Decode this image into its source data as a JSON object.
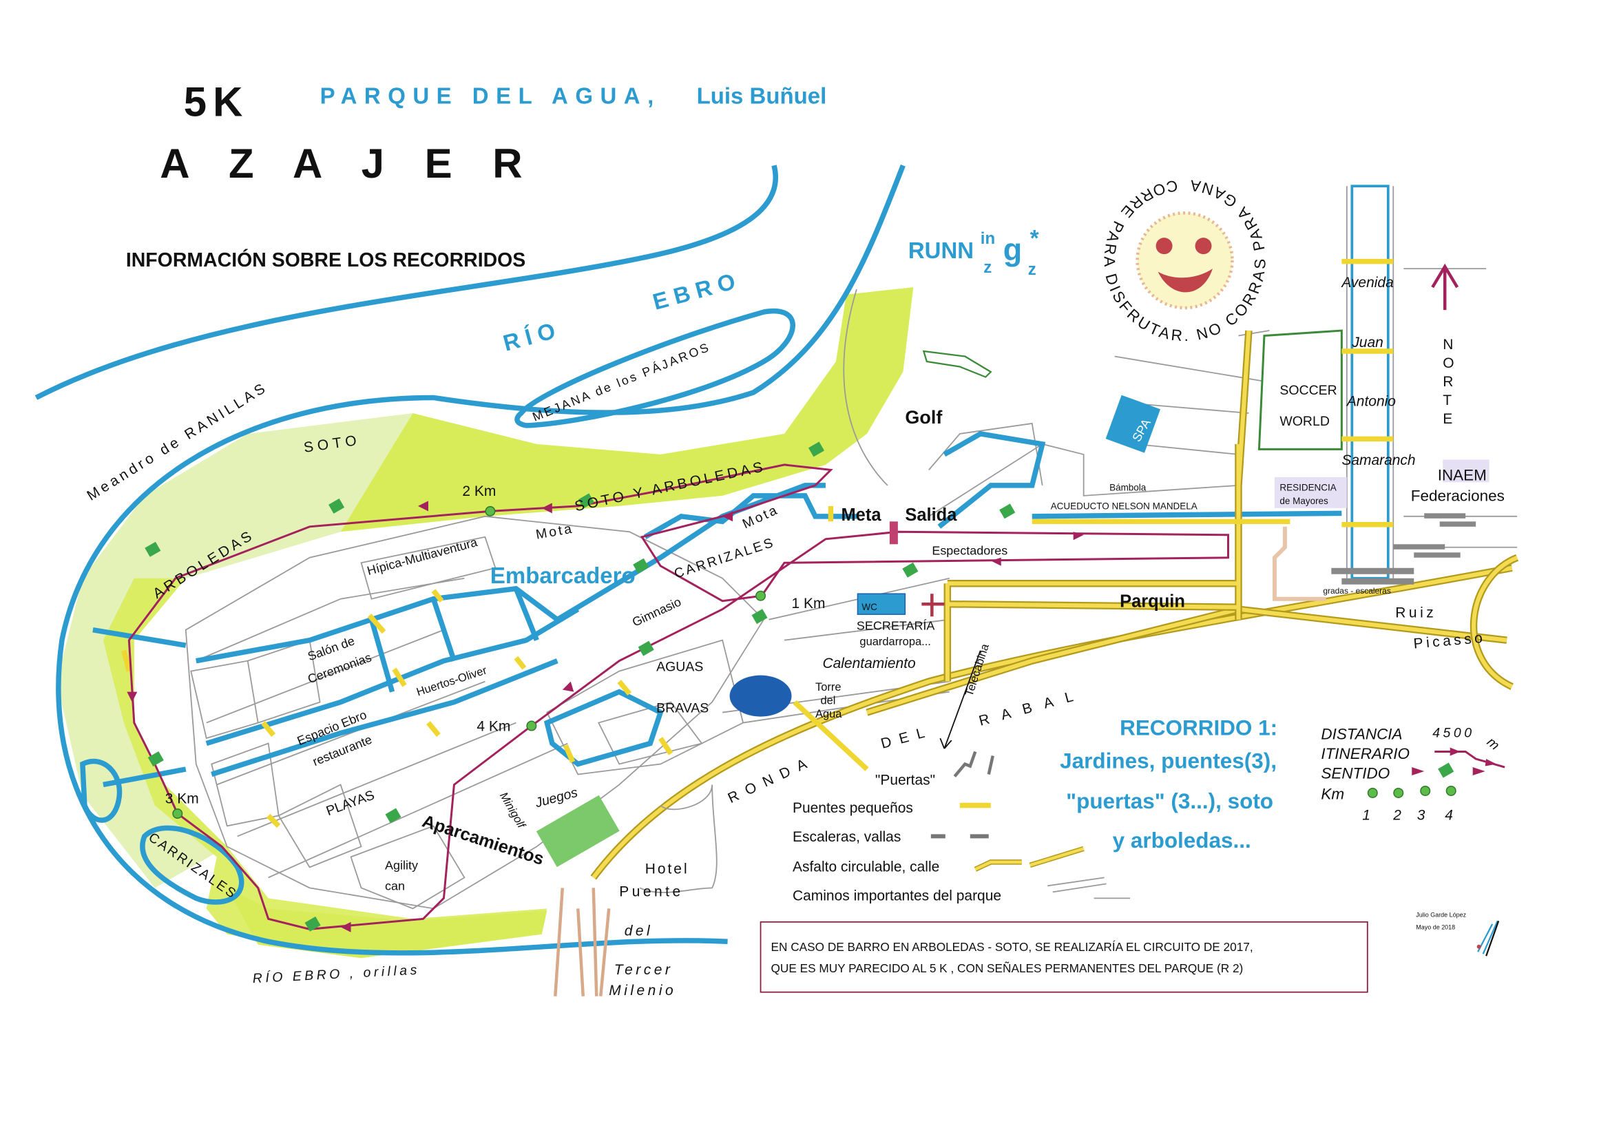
{
  "header": {
    "distance_title": "5K",
    "event_title": "A Z A J E R",
    "park_name": "PARQUE  DEL  AGUA,",
    "park_person": "Luis Buñuel",
    "info_heading": "INFORMACIÓN  SOBRE  LOS  RECORRIDOS"
  },
  "logo": {
    "running": "RUNN",
    "in": "in",
    "g": "g",
    "z": "z",
    "zz": "z",
    "star": "*"
  },
  "slogan": "CORRE  PARA  DISFRUTAR.   NO  CORRAS  PARA  GANAR,",
  "map_labels": {
    "rio": "RÍO",
    "ebro": "EBRO",
    "meandro": "Meandro  de  RANILLAS",
    "mejana": "MEJANA de los PÁJAROS",
    "soto": "SOTO",
    "soto_arboledas": "SOTO  Y  ARBOLEDAS",
    "arboledas": "ARBOLEDAS",
    "km2": "2 Km",
    "km1": "1 Km",
    "km3": "3 Km",
    "km4": "4 Km",
    "mota1": "Mota",
    "mota2": "Mota",
    "carrizales1": "CARRIZALES",
    "carrizales2": "CARRIZALES",
    "embarcadero": "Embarcadero",
    "hipica": "Hípica-Multiaventura",
    "salon1": "Salón de",
    "salon2": "Ceremonias",
    "huertos": "Huertos-Oliver",
    "espacio1": "Espacio Ebro",
    "espacio2": "restaurante",
    "playas": "PLAYAS",
    "gimnasio": "Gimnasio",
    "aguas": "AGUAS",
    "bravas": "BRAVAS",
    "agility1": "Agility",
    "agility2": "can",
    "aparcamientos": "Aparcamientos",
    "juegos": "Juegos",
    "minigolf": "Minigolf",
    "hotel": "Hotel",
    "puente": "Puente",
    "del": "del",
    "tercer": "Tercer",
    "milenio": "Milenio",
    "rio_orillas": "RÍO   EBRO ,   orillas",
    "golf": "Golf",
    "spa": "SPA",
    "soccer1": "SOCCER",
    "soccer2": "WORLD",
    "avenida": "Avenida",
    "juan": "Juan",
    "antonio": "Antonio",
    "samaranch": "Samaranch",
    "norte": [
      "N",
      "O",
      "R",
      "T",
      "E"
    ],
    "inaem": "INAEM",
    "federaciones": "Federaciones",
    "residencia1": "RESIDENCIA",
    "residencia2": "de   Mayores",
    "bambola": "Bámbola",
    "acueducto": "ACUEDUCTO NELSON MANDELA",
    "meta": "Meta",
    "salida": "Salida",
    "espectadores": "Espectadores",
    "wc": "WC",
    "secretaria": "SECRETARÍA",
    "guardarropa": "guardarropa...",
    "calentamiento": "Calentamiento",
    "torre1": "Torre",
    "torre2": "del",
    "torre3": "Agua",
    "parquin": "Parquin",
    "gradas": "gradas - escaleras",
    "ruiz": "Ruiz",
    "picasso": "Picasso",
    "telecabina": "Telecabina",
    "ronda": "RONDA",
    "del_rabal": "DEL",
    "rabal": "RABAL"
  },
  "legend": {
    "puertas": "\"Puertas\"",
    "puentes": "Puentes pequeños",
    "escaleras": "Escaleras, vallas",
    "asfalto": "Asfalto circulable, calle",
    "caminos": "Caminos importantes del parque"
  },
  "recorrido": {
    "title": "RECORRIDO  1:",
    "line1": "Jardines, puentes(3),",
    "line2": "\"puertas\" (3...), soto",
    "line3": "y arboledas..."
  },
  "key": {
    "distancia": "DISTANCIA",
    "distance_value": "4500",
    "unit": "m",
    "itinerario": "ITINERARIO",
    "sentido": "SENTIDO",
    "km": "Km",
    "km_numbers": [
      "1",
      "2",
      "3",
      "4"
    ]
  },
  "notice": {
    "line1": "EN  CASO   DE  BARRO  EN  ARBOLEDAS - SOTO,  SE REALIZARÍA  EL CIRCUITO DE  2017,",
    "line2": "QUE  ES  MUY  PARECIDO  AL  5 K ,  CON   SEÑALES  PERMANENTES   DEL  PARQUE   (R 2)"
  },
  "credit": {
    "author": "Julio  Garde López",
    "date": "Mayo  de   2018"
  },
  "colors": {
    "river": "#2b9bd0",
    "soto": "#d8ec5a",
    "route": "#a3225e",
    "road": "#f4dc52",
    "marker": "#4caf50"
  }
}
